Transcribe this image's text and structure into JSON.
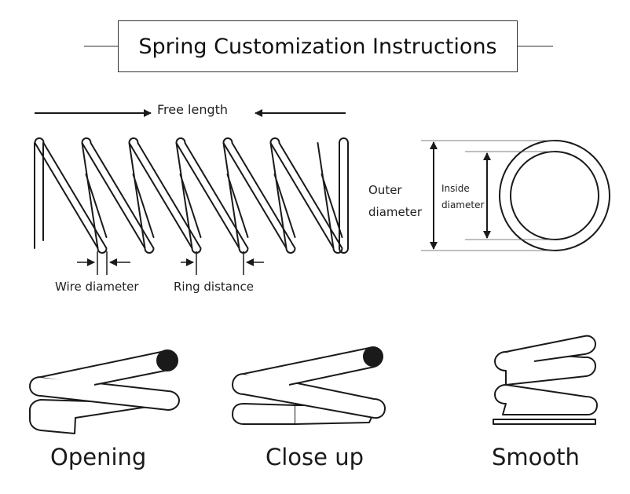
{
  "title": "Spring Customization Instructions",
  "labels": {
    "free_length": "Free length",
    "wire_diameter": "Wire diameter",
    "ring_distance": "Ring distance",
    "outer_diameter_line1": "Outer",
    "outer_diameter_line2": "diameter",
    "inside_diameter_line1": "Inside",
    "inside_diameter_line2": "diameter"
  },
  "end_types": [
    {
      "name": "Opening"
    },
    {
      "name": "Close up"
    },
    {
      "name": "Smooth"
    }
  ],
  "colors": {
    "ink": "#1a1a1a",
    "background": "#ffffff"
  }
}
